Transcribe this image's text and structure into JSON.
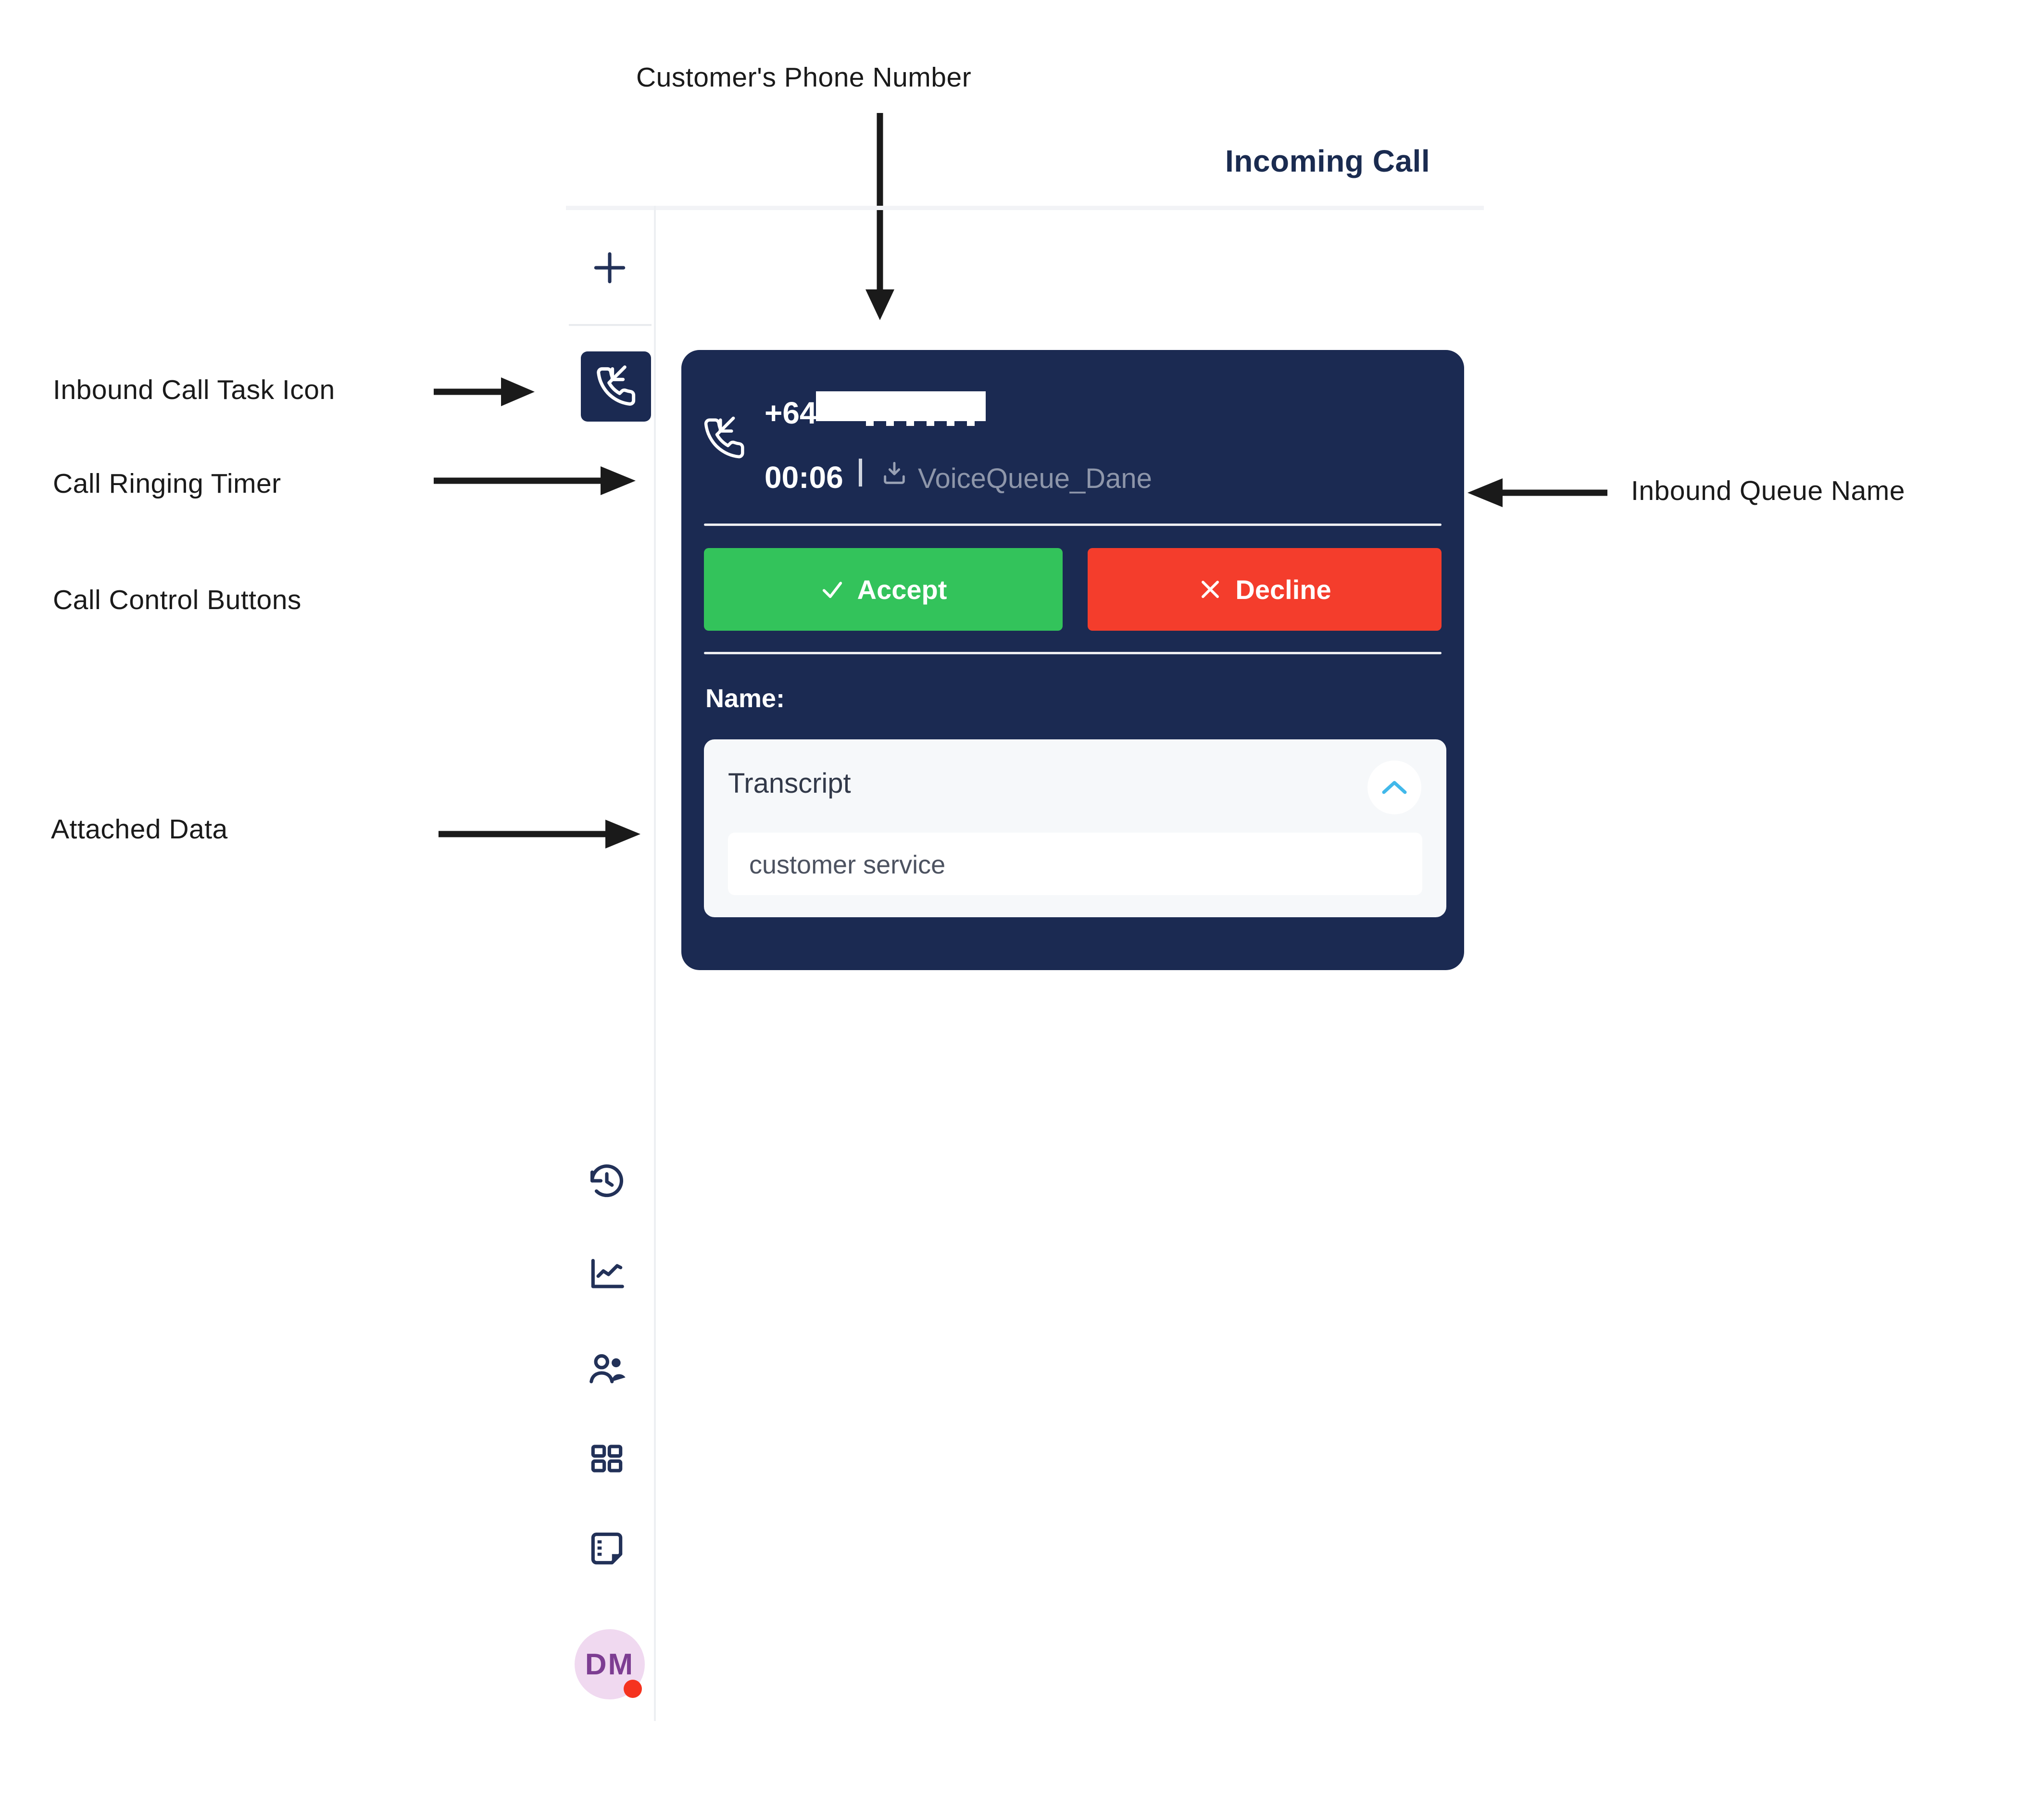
{
  "annotations": {
    "customer_phone": "Customer's Phone Number",
    "inbound_task_icon": "Inbound Call Task Icon",
    "ringing_timer": "Call Ringing Timer",
    "call_controls": "Call Control Buttons",
    "attached_data": "Attached Data",
    "inbound_queue": "Inbound Queue Name"
  },
  "header": {
    "title": "Incoming Call"
  },
  "sidebar": {
    "items": [
      {
        "label": "add-task",
        "icon": "plus-icon"
      },
      {
        "label": "inbound-call-task",
        "icon": "phone-incoming-icon",
        "active": true
      },
      {
        "label": "history",
        "icon": "history-icon"
      },
      {
        "label": "reports",
        "icon": "line-chart-icon"
      },
      {
        "label": "agents",
        "icon": "agents-icon"
      },
      {
        "label": "apps",
        "icon": "grid-icon"
      },
      {
        "label": "notes",
        "icon": "notes-icon"
      }
    ],
    "avatar": {
      "initials": "DM",
      "status": "busy"
    }
  },
  "call_card": {
    "phone_prefix": "+64",
    "phone_redacted": true,
    "ringing_timer": "00:06",
    "queue_name": "VoiceQueue_Dane",
    "accept_label": "Accept",
    "decline_label": "Decline",
    "name_label": "Name:",
    "attached_data": {
      "title": "Transcript",
      "value": "customer service",
      "expanded": true
    }
  },
  "colors": {
    "navy": "#1b2a52",
    "green": "#33c35b",
    "red": "#f43d2c",
    "cyan": "#41b8ea",
    "muted": "#8e96aa",
    "avatarBg": "#f0d9f0",
    "avatarText": "#7d3d92",
    "dot": "#f5331f"
  }
}
